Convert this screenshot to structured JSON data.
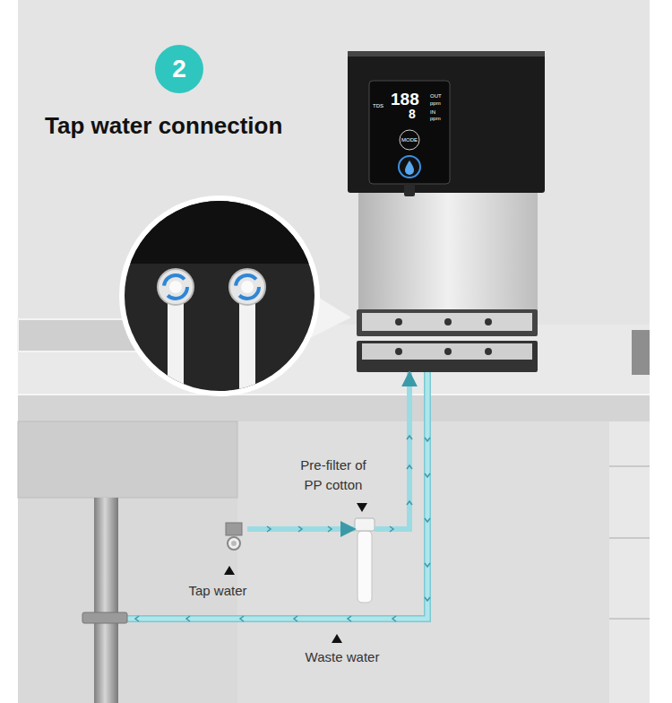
{
  "diagram": {
    "title": "Tap water connection",
    "nodes": [
      {
        "text": [
          "TDS",
          "188",
          "OUT",
          "ppm",
          "8",
          "IN",
          "ppm",
          "MODE"
        ]
      },
      {
        "text": [
          "Pre-filter of PP cotton"
        ]
      },
      {
        "text": [
          "Tap water"
        ]
      }
    ],
    "edges": [
      {
        "from": 2,
        "to": 1,
        "arrow": "to"
      },
      {
        "from": 1,
        "to": 0,
        "arrow": "to"
      }
    ],
    "labels": [
      "2",
      "Waste water"
    ]
  }
}
